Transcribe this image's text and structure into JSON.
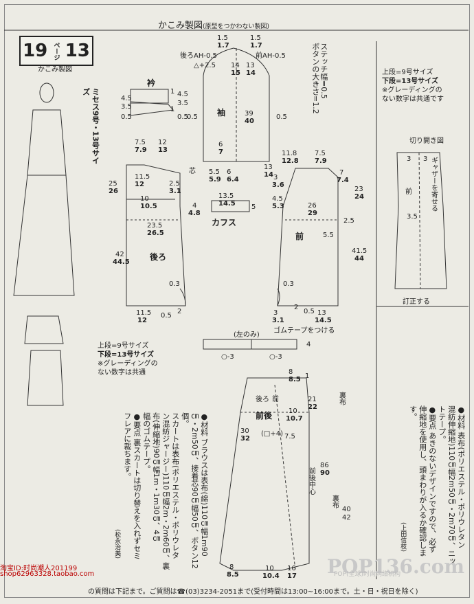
{
  "header": {
    "title": "かこみ製図",
    "subtitle": "(原型をつかわない製図)"
  },
  "tag": {
    "page_num": "19",
    "page_unit": "ページ",
    "item_num": "13",
    "label": "かこみ製図"
  },
  "size_note_vertical": "ミセス9号・13号サイズ",
  "button_note": {
    "line1": "ボタンの大きさ=1.2",
    "line2": "ステッチ幅=0.5"
  },
  "legend_left": {
    "upper": "上段=9号サイズ",
    "lower": "下段=13号サイズ",
    "note1": "※グレーディングの",
    "note2": "ない数字は共通"
  },
  "legend_right": {
    "upper": "上段=9号サイズ",
    "lower": "下段=13号サイズ",
    "note1": "※グレーディングの",
    "note2": "ない数字は共通です"
  },
  "pattern_labels": {
    "collar": "衿",
    "sleeve": "袖",
    "back": "後ろ",
    "front": "前",
    "cuffs": "カフス",
    "front_back": "前後",
    "front_center": "前後中心",
    "lining1": "裏布",
    "lining2": "裏布",
    "left_only": "(左のみ)",
    "elastic": "ゴムテープをつける",
    "back_ah": "後ろAH-0.5",
    "front_ah": "前AH-0.5",
    "slash_title": "切り開き図",
    "gather": "ギャザーを寄せる",
    "slash_front": "前",
    "correct": "訂正する",
    "skirt_back": "後ろ",
    "skirt_front": "前",
    "interfacing": "芯"
  },
  "materials_left": {
    "col1": "●材料 ブラウスは表布(綿)110㎝幅1m90",
    "col2": "㎝・2m50㎝、接着芯90㎝幅50㎝、ボタン12",
    "col3": "個。",
    "col4": "スカートは表布(ポリエステル・ポリウレタ",
    "col5": "ン混紡ジャージー)110㎝幅2m・2m60㎝、裏",
    "col6": "布(伸縮地)90㎝幅1m・1m30㎝、4㎝",
    "col7": "幅のゴムテープ。",
    "col8": "●要点 裏スカートは切り替えを入れずセミ",
    "col9": "フレアに裁ちます。",
    "credit": "(松永治美)"
  },
  "materials_right": {
    "col1": "●材料 表布(ポリエステル・ポリウレタン",
    "col2": "混紡伸縮地)110㎝幅2m50㎝・2m70㎝、ニッ",
    "col3": "トテープ。",
    "col4": "●要点 あきのないデザインですので、必ず",
    "col5": "伸縮地を使用し、頭まわりが入るか確認しま",
    "col6": "す。",
    "credit": "(上田信枝)"
  },
  "footer": {
    "text": "の質問は下記まで。ご質問は☎(03)3234-2051まで(受付時間は13:00~16:00まで。土・日・祝日を除く)"
  },
  "watermark": {
    "line1": "淘宝ID:时尚潮人201199",
    "line2": "shop62963328.taobao.com"
  },
  "site_logo": {
    "name": "POP136.com",
    "sub": "POP(全球)时尚网络机构"
  },
  "dims": {
    "sl_top1": "1.5",
    "sl_top2": "1.7",
    "sl_top3": "1.5",
    "sl_top4": "1.7",
    "sl_w1": "14",
    "sl_w2": "15",
    "sl_w3": "13",
    "sl_w4": "14",
    "sl_len1": "39",
    "sl_len2": "40",
    "sl_side1": "0.5",
    "sl_side2": "0.5",
    "sl_plus": "△+2.5",
    "sl_b1": "6",
    "sl_b2": "7",
    "sl_bw1": "5.5",
    "sl_bw2": "5.9",
    "sl_bw3": "6",
    "sl_bw4": "6.4",
    "col_a": "4.5",
    "col_b": "1",
    "col_c": "1",
    "col_d": "0.5",
    "col_e": "3.5",
    "col_f": "4.5",
    "col_g": "3.5",
    "col_h": "0.5",
    "col_w1": "7.5",
    "col_w2": "7.9",
    "col_w3": "12",
    "col_w4": "13",
    "b_11": "11.5",
    "b_12": "12",
    "b_3": "3",
    "b_25": "2.5",
    "b_sh1": "2.5",
    "b_sh2": "3.1",
    "b_h1": "25",
    "b_h2": "26",
    "b_10": "10",
    "b_105": "10.5",
    "b_4": "4",
    "b_48": "4.8",
    "b_235": "23.5",
    "b_265": "26.5",
    "b_42": "42",
    "b_445": "44.5",
    "b_03": "0.3",
    "b_hem1": "11.5",
    "b_hem2": "12",
    "b_hem3": "2",
    "b_hem4": "0.5",
    "b_1": "1",
    "f_118": "11.8",
    "f_128": "12.8",
    "f_75": "7.5",
    "f_79": "7.9",
    "f_7": "7",
    "f_74": "7.4",
    "f_13": "13",
    "f_14": "14",
    "f_3": "3",
    "f_36": "3.6",
    "f_45": "4.5",
    "f_53": "5.3",
    "f_26": "26",
    "f_29": "29",
    "f_23": "23",
    "f_24": "24",
    "f_25b": "2.5",
    "f_415": "41.5",
    "f_44": "44",
    "f_55": "5.5",
    "f_03": "0.3",
    "f_3b": "3",
    "f_31": "3.1",
    "f_hem1": "13",
    "f_hem2": "14.5",
    "f_2": "2",
    "f_05": "0.5",
    "cuff_135": "13.5",
    "cuff_145": "14.5",
    "cuff_5": "5",
    "wb_4": "4",
    "wb_o1": "○-3",
    "wb_o2": "○-3",
    "sk_8": "8",
    "sk_85": "8.5",
    "sk_1": "1",
    "sk_10": "10",
    "sk_107": "10.7",
    "sk_30": "30",
    "sk_32": "32",
    "sk_q": "(□+4)",
    "sk_75": "7.5",
    "sk_21": "21",
    "sk_22": "22",
    "sk_86": "86",
    "sk_90": "90",
    "sk_40": "40",
    "sk_42": "42",
    "sk_b8": "8",
    "sk_b85": "8.5",
    "sk_b10": "10",
    "sk_b104": "10.4",
    "sk_b16": "16",
    "sk_b17": "17",
    "slash_3a": "3",
    "slash_3b": "3",
    "slash_35": "3.5"
  }
}
